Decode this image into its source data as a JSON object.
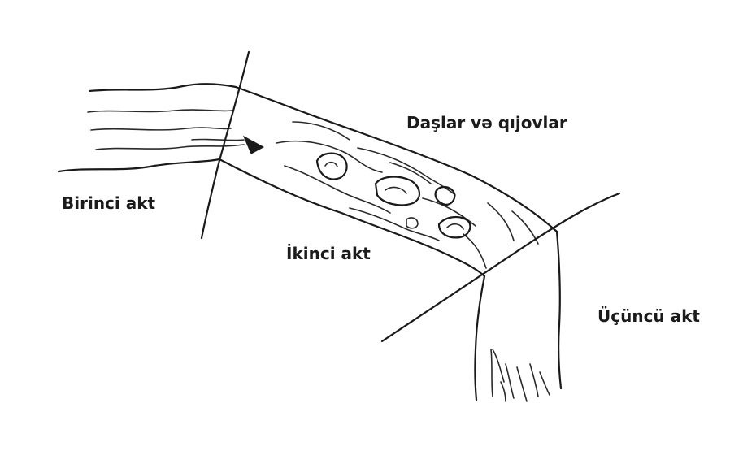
{
  "labels": {
    "act_1": "Birinci akt",
    "act_2": "İkinci akt",
    "act_3": "Üçüncü akt",
    "stones_and_rapids": "Daşlar və qıjovlar"
  },
  "colors": {
    "ink": "#1a1a1a",
    "background": "#ffffff"
  }
}
